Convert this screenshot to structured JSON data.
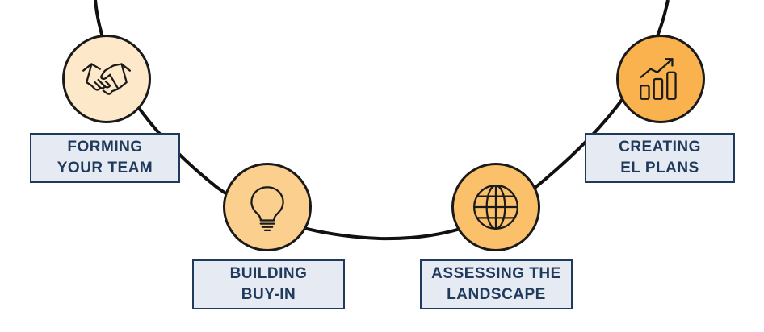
{
  "colors": {
    "arc": "#111111",
    "label_bg": "#e6eaf3",
    "label_border": "#1f3a5a",
    "label_text": "#1f3a5a",
    "step1_fill": "#fde8c9",
    "step2_fill": "#fbd08f",
    "step3_fill": "#fbc06a",
    "step4_fill": "#f9b24e"
  },
  "steps": [
    {
      "line1": "FORMING",
      "line2": "YOUR TEAM",
      "icon": "handshake-icon"
    },
    {
      "line1": "BUILDING",
      "line2": "BUY-IN",
      "icon": "lightbulb-icon"
    },
    {
      "line1": "ASSESSING THE",
      "line2": "LANDSCAPE",
      "icon": "globe-icon"
    },
    {
      "line1": "CREATING",
      "line2": "EL PLANS",
      "icon": "bar-chart-growth-icon"
    }
  ]
}
